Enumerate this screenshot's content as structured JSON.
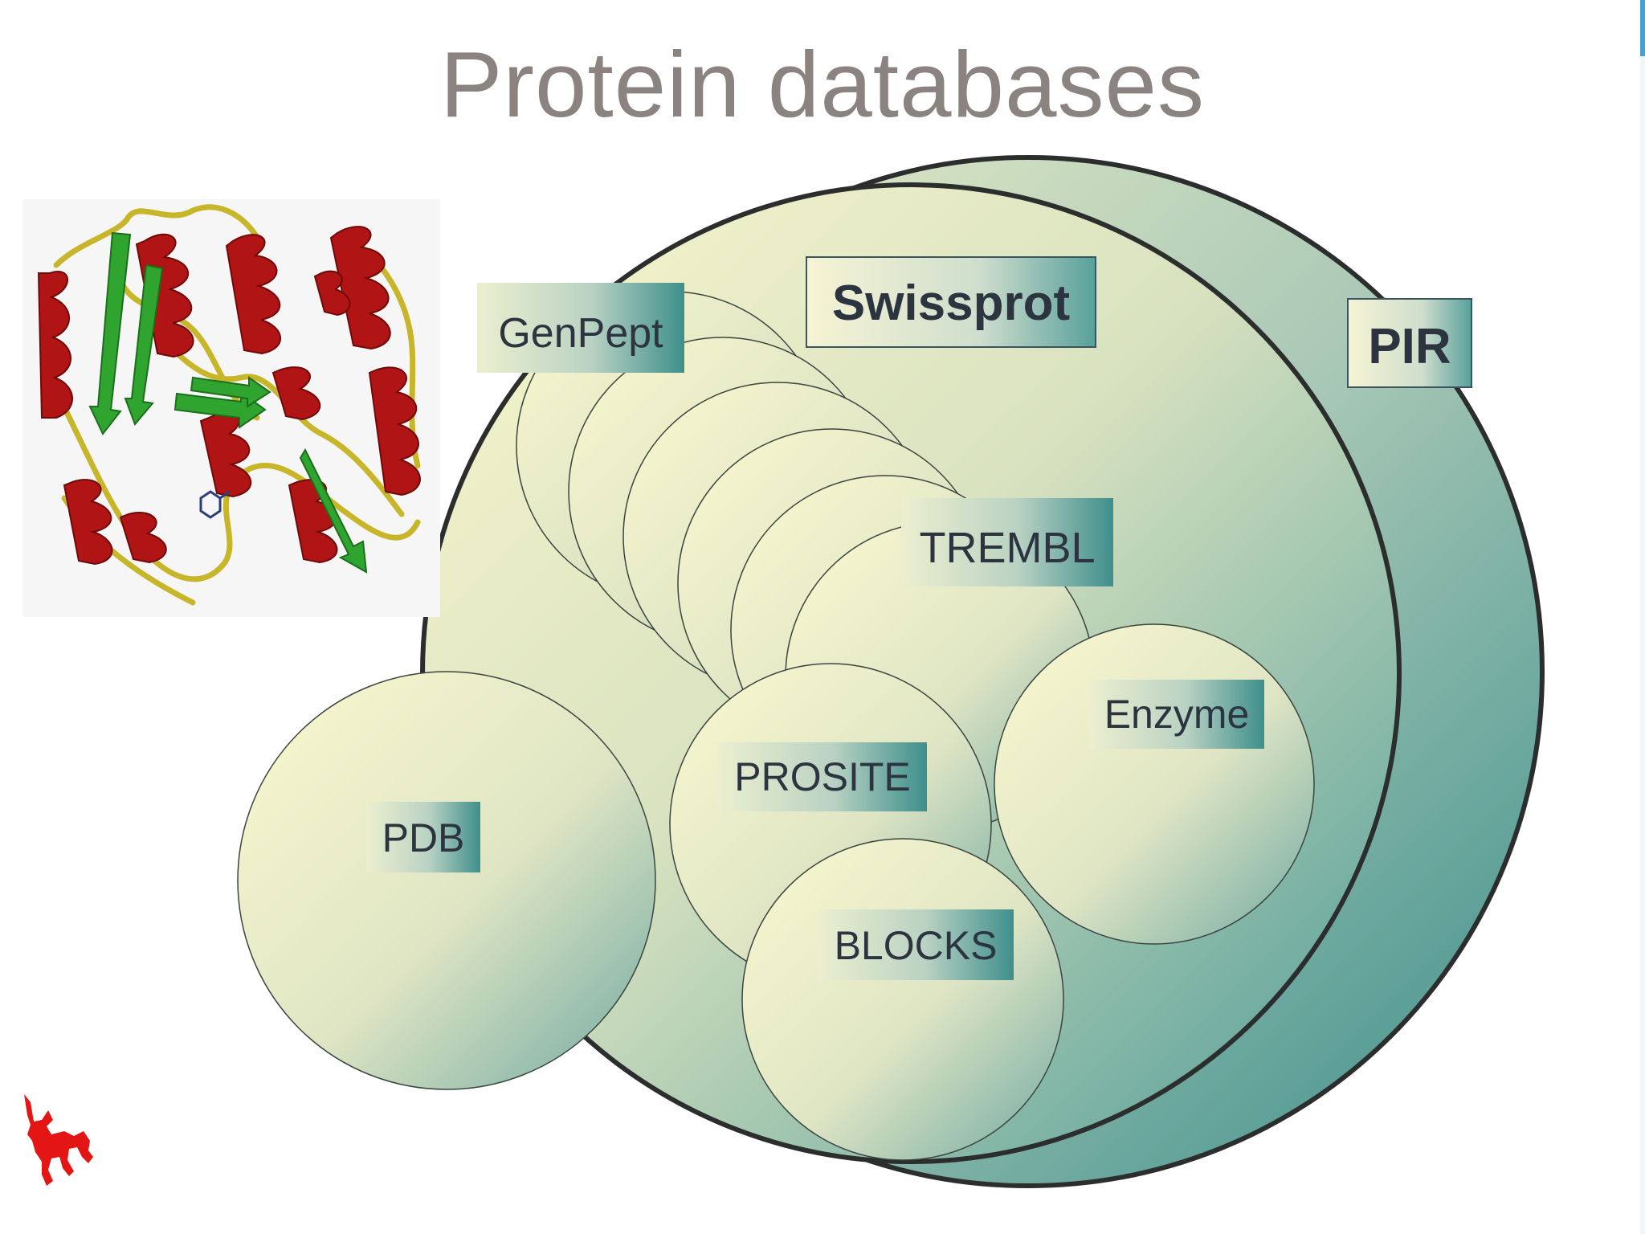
{
  "slide": {
    "title": "Protein databases"
  },
  "colors": {
    "circle_light": "#f7f5c8",
    "circle_dark": "#3b8e8b",
    "outline": "#2b2e2c",
    "label_text": "#2c3440",
    "title": "#8a8380",
    "helix": "#b01414",
    "sheet": "#2fa52f",
    "coil": "#c8b62a",
    "logo": "#e31515"
  },
  "icons": {
    "protein_structure": "protein-ribbon-structure-icon",
    "logo": "red-horse-rider-logo-icon"
  },
  "databases": {
    "pir": "PIR",
    "swissprot": "Swissprot",
    "genpept": "GenPept",
    "trembl": "TREMBL",
    "enzyme": "Enzyme",
    "prosite": "PROSITE",
    "pdb": "PDB",
    "blocks": "BLOCKS"
  }
}
